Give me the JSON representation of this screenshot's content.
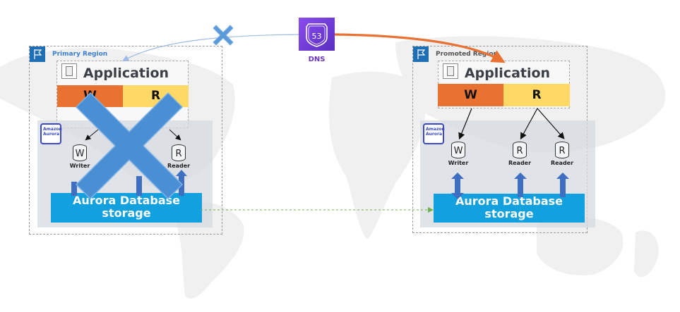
{
  "dns": {
    "label": "DNS",
    "icon": "route53-shield-icon",
    "badge_text": "53",
    "color": "#7a3fe0"
  },
  "primary_region": {
    "label": "Primary Region",
    "label_color": "#3d7fd1",
    "status": "failed",
    "application": {
      "title": "Application",
      "writer_label": "W",
      "reader_label": "R"
    },
    "aurora_badge": "Amazon Aurora",
    "instances": [
      {
        "letter": "W",
        "label": "Writer"
      },
      {
        "letter": "R",
        "label": "Reader"
      }
    ],
    "storage_label_line1": "Aurora Database",
    "storage_label_line2": "storage"
  },
  "promoted_region": {
    "label": "Promoted Region",
    "label_color": "#555555",
    "application": {
      "title": "Application",
      "writer_label": "W",
      "reader_label": "R"
    },
    "aurora_badge": "Amazon Aurora",
    "instances": [
      {
        "letter": "W",
        "label": "Writer"
      },
      {
        "letter": "R",
        "label": "Reader"
      },
      {
        "letter": "R",
        "label": "Reader"
      }
    ],
    "storage_label_line1": "Aurora Database",
    "storage_label_line2": "storage"
  },
  "colors": {
    "failover_arrow": "#e97131",
    "old_route": "#9fbbe6",
    "failure_x": "#4a8fd4",
    "replication_line": "#6fb04a",
    "storage": "#12a0df",
    "writer_bar": "#e97131",
    "reader_bar": "#ffd866"
  }
}
